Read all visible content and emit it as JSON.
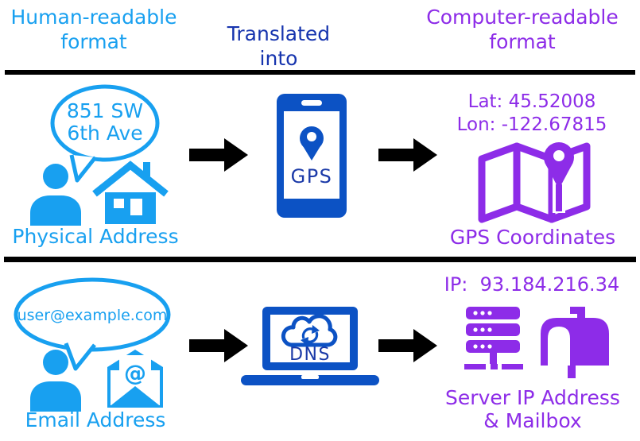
{
  "header": {
    "human_readable": "Human-readable format",
    "translated": "Translated into",
    "computer_readable": "Computer-readable format"
  },
  "rows": [
    {
      "bubble_line1": "851 SW",
      "bubble_line2": "6th Ave",
      "source_label": "Physical Address",
      "device_label": "GPS",
      "result_line1": "Lat: 45.52008",
      "result_line2": "Lon: -122.67815",
      "result_label_line1": "GPS Coordinates",
      "result_label_line2": ""
    },
    {
      "bubble_line1": "user@example.com",
      "bubble_line2": "",
      "source_label": "Email Address",
      "device_label": "DNS",
      "result_line1": "IP:  93.184.216.34",
      "result_line2": "",
      "result_label_line1": "Server IP Address",
      "result_label_line2": "& Mailbox"
    }
  ],
  "envelope_at_symbol": "@",
  "icons": [
    "speech-bubble",
    "person",
    "house",
    "arrow-right",
    "smartphone",
    "location-pin",
    "map",
    "envelope-at",
    "laptop",
    "cloud-sync",
    "server-rack",
    "mailbox"
  ],
  "colors": {
    "human_readable_blue": "#18A0F0",
    "translated_navy": "#1634AE",
    "computer_readable_purple": "#8D2CE8",
    "device_blue": "#0C52C4",
    "screen_text_navy": "#1B3AA8",
    "arrow_black": "#000000"
  }
}
